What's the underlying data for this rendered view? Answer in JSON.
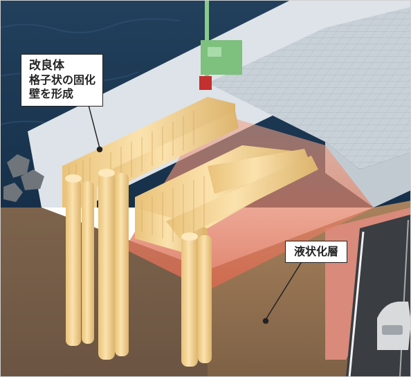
{
  "labels": {
    "improved_body": {
      "title": "改良体",
      "lines": [
        "格子状の固化",
        "壁を形成"
      ]
    },
    "liquefied_layer": "液状化層"
  },
  "colors": {
    "sea": "#1d3850",
    "embankment": "#d6dde3",
    "concrete_slope": "#c4ccd3",
    "soil": "#9e7a56",
    "piles": "#f2d08e",
    "liquefied_zone": "#e8826a",
    "road": "#3a3d42",
    "sidewalk": "#d98a7a",
    "machine": "#7ec07e"
  }
}
